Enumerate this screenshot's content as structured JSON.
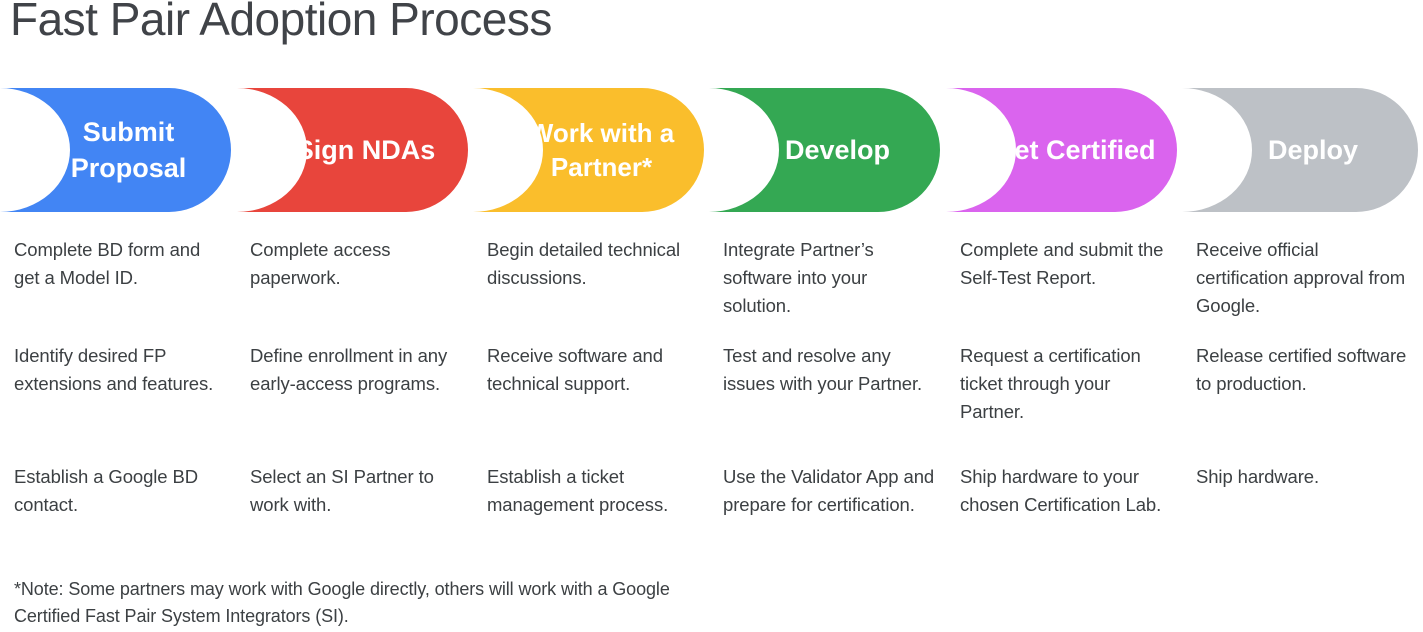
{
  "page": {
    "title": "Fast Pair Adoption Process",
    "footnote": "*Note: Some partners may work with Google directly, others will work with a Google Certified Fast Pair System Integrators (SI)."
  },
  "colors": {
    "title_text": "#404348",
    "body_text": "#3c4043",
    "background": "#ffffff",
    "banner_text": "#ffffff",
    "stage_1_blue": "#4285f4",
    "stage_2_red": "#e8453c",
    "stage_3_yellow": "#fabe2c",
    "stage_4_green": "#34a853",
    "stage_5_magenta": "#da64ee",
    "stage_6_gray": "#bdc1c6"
  },
  "stages": [
    {
      "label": "Submit Proposal",
      "color": "#4285f4",
      "details": [
        "Complete BD form and get a Model ID.",
        "Identify desired FP extensions and features.",
        "Establish a Google BD contact."
      ]
    },
    {
      "label": "Sign NDAs",
      "color": "#e8453c",
      "details": [
        "Complete access paperwork.",
        "Define enrollment in any early-access programs.",
        "Select an SI Partner to work with."
      ]
    },
    {
      "label": "Work with a Partner*",
      "color": "#fabe2c",
      "details": [
        "Begin detailed technical discussions.",
        "Receive software and technical support.",
        "Establish a ticket management process."
      ]
    },
    {
      "label": "Develop",
      "color": "#34a853",
      "details": [
        "Integrate Partner’s software into your solution.",
        "Test and resolve any issues with your Partner.",
        "Use the Validator App and prepare for certification."
      ]
    },
    {
      "label": "Get Certified",
      "color": "#da64ee",
      "details": [
        "Complete and submit the Self-Test Report.",
        "Request a certification ticket through your Partner.",
        "Ship hardware to your chosen Certification Lab."
      ]
    },
    {
      "label": "Deploy",
      "color": "#bdc1c6",
      "details": [
        "Receive official certification approval from Google.",
        "Release certified software to production.",
        "Ship hardware."
      ]
    }
  ]
}
